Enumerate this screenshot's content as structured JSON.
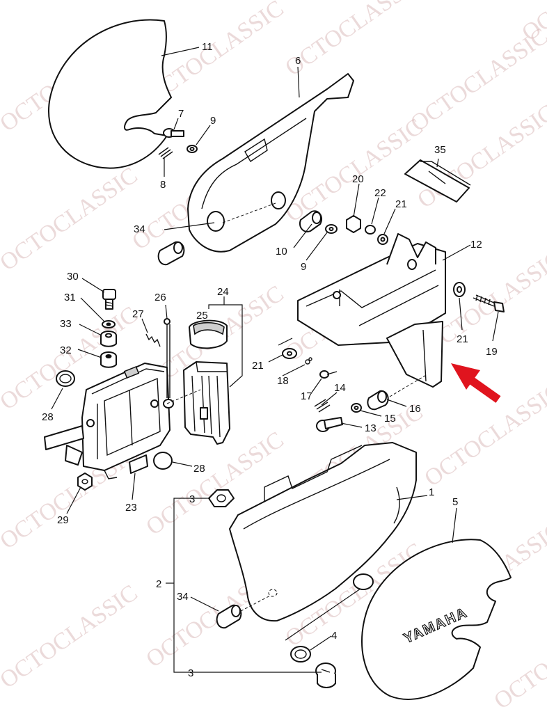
{
  "watermark": "OCTOCLASSIC",
  "brand_text": "YAMAHA",
  "colors": {
    "line": "#111111",
    "watermark": "#dcbcbc",
    "arrow": "#e0141e",
    "background": "#ffffff"
  },
  "callouts": {
    "p1": "1",
    "p2": "2",
    "p3": "3",
    "p4": "4",
    "p5": "5",
    "p6": "6",
    "p7": "7",
    "p8": "8",
    "p9a": "9",
    "p9b": "9",
    "p10": "10",
    "p11": "11",
    "p12": "12",
    "p13": "13",
    "p14": "14",
    "p15": "15",
    "p16": "16",
    "p17": "17",
    "p18": "18",
    "p19": "19",
    "p20": "20",
    "p21a": "21",
    "p21b": "21",
    "p21c": "21",
    "p22": "22",
    "p23": "23",
    "p24": "24",
    "p25": "25",
    "p26": "26",
    "p27": "27",
    "p28a": "28",
    "p28b": "28",
    "p29": "29",
    "p30": "30",
    "p31": "31",
    "p32": "32",
    "p33": "33",
    "p34a": "34",
    "p34b": "34",
    "p35": "35"
  }
}
